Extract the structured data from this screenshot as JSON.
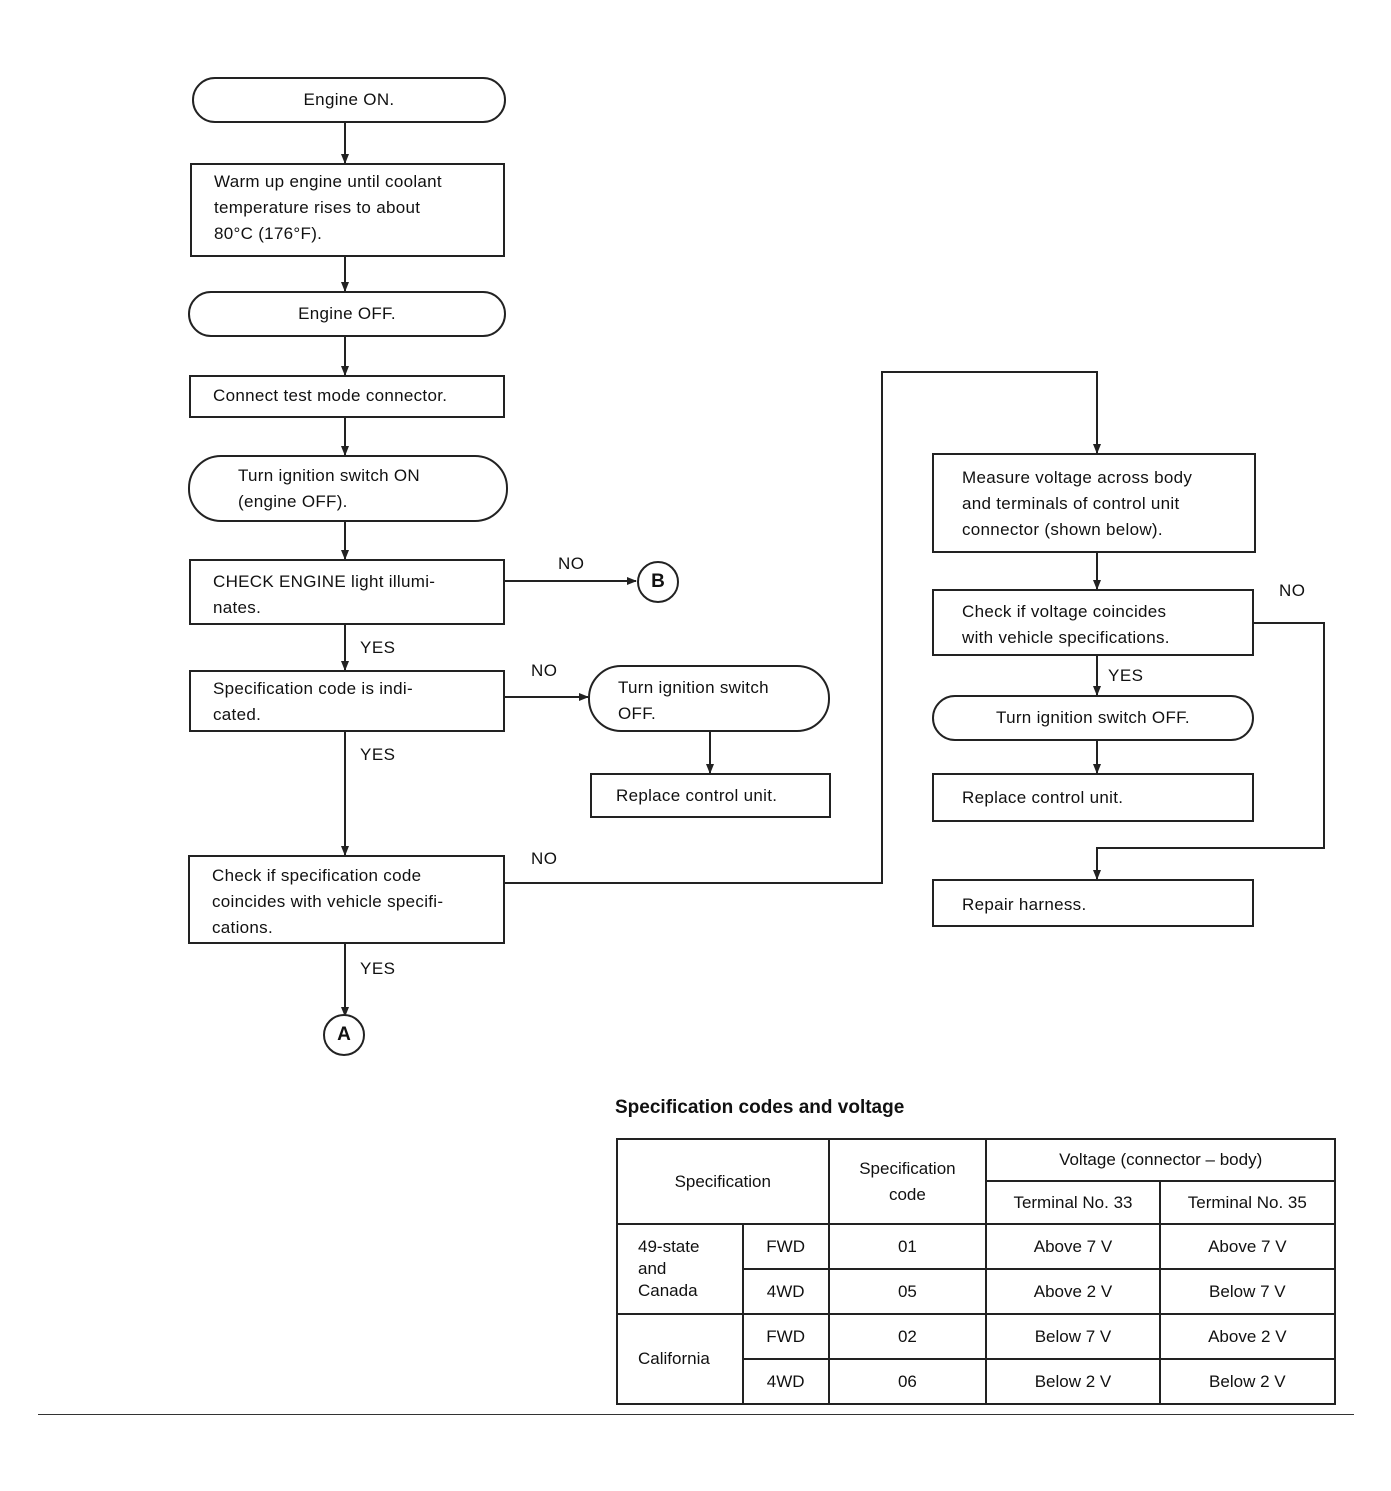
{
  "flow": {
    "engine_on": "Engine ON.",
    "warm_up": "Warm up engine until coolant\ntemperature rises to about\n80°C (176°F).",
    "engine_off": "Engine OFF.",
    "connect_test": "Connect test mode connector.",
    "ign_on": "Turn ignition switch ON\n(engine OFF).",
    "check_engine": "CHECK ENGINE light illumi-\nnates.",
    "spec_code_indicated": "Specification code is indi-\ncated.",
    "turn_ign_off_1": "Turn ignition switch\nOFF.",
    "replace_cu_1": "Replace control unit.",
    "check_spec_code": "Check if specification code\ncoincides with vehicle specifi-\ncations.",
    "measure_voltage": "Measure voltage across body\nand terminals of control unit\nconnector (shown below).",
    "check_voltage": "Check if voltage coincides\nwith vehicle specifications.",
    "turn_ign_off_2": "Turn ignition switch OFF.",
    "replace_cu_2": "Replace control unit.",
    "repair_harness": "Repair harness.",
    "connector_a": "A",
    "connector_b": "B",
    "yes": "YES",
    "no": "NO"
  },
  "table": {
    "title": "Specification codes and voltage",
    "head_specification": "Specification",
    "head_spec_code": "Specification code",
    "head_voltage": "Voltage (connector – body)",
    "head_t33": "Terminal No. 33",
    "head_t35": "Terminal No. 35",
    "rows": [
      {
        "region": "49-state\nand\nCanada",
        "drive": "FWD",
        "code": "01",
        "t33": "Above 7 V",
        "t35": "Above 7 V"
      },
      {
        "region": "",
        "drive": "4WD",
        "code": "05",
        "t33": "Above 2 V",
        "t35": "Below 7 V"
      },
      {
        "region": "California",
        "drive": "FWD",
        "code": "02",
        "t33": "Below 7 V",
        "t35": "Above 2 V"
      },
      {
        "region": "",
        "drive": "4WD",
        "code": "06",
        "t33": "Below 2 V",
        "t35": "Below 2 V"
      }
    ]
  }
}
